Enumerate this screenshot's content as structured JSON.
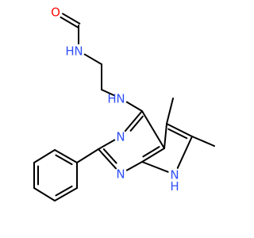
{
  "molecule": {
    "atoms": {
      "o1": {
        "symbol": "O",
        "color": "#ff0d0d"
      },
      "n1": {
        "symbol": "N",
        "h": "H",
        "h_side": "left",
        "color": "#3050f8"
      },
      "n2": {
        "symbol": "N",
        "h": "H",
        "h_side": "left",
        "color": "#3050f8"
      },
      "n3": {
        "symbol": "N",
        "color": "#3050f8"
      },
      "n4": {
        "symbol": "N",
        "color": "#3050f8"
      },
      "n5": {
        "symbol": "N",
        "h": "H",
        "h_side": "below",
        "color": "#3050f8"
      }
    }
  }
}
